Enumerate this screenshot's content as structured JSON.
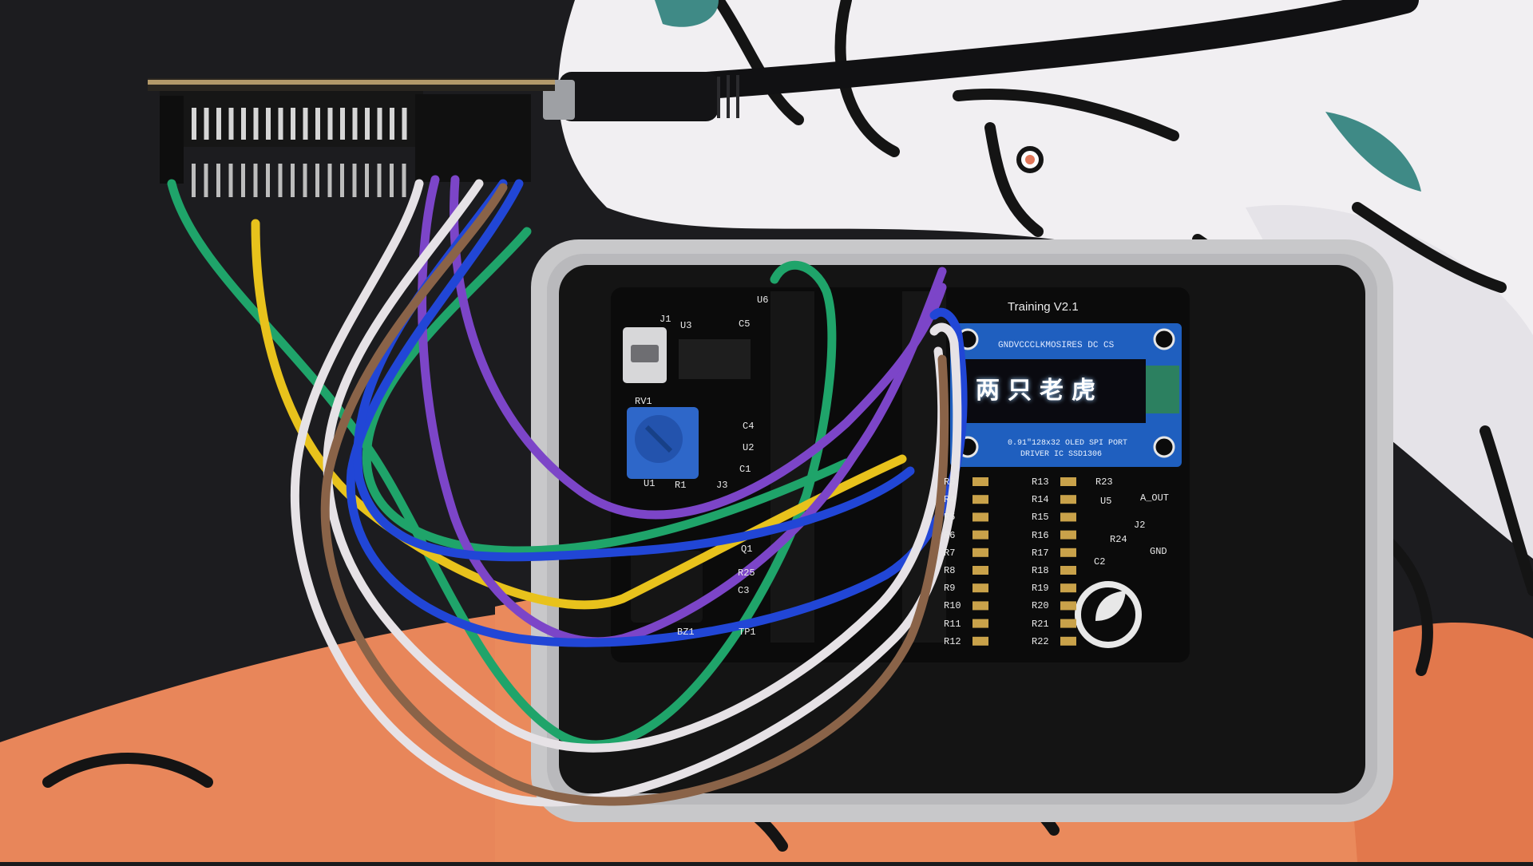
{
  "board": {
    "title": "Training   V2.1",
    "oled_header": "GNDVCCCLKMOSIRES DC CS",
    "oled_display_text": "两只老虎",
    "oled_line1": "0.91\"128x32 OLED SPI PORT",
    "oled_line2": "DRIVER IC SSD1306",
    "labels": {
      "u6": "U6",
      "j1": "J1",
      "u3": "U3",
      "c5": "C5",
      "rv1": "RV1",
      "c4": "C4",
      "u2": "U2",
      "c1": "C1",
      "u1": "U1",
      "r1": "R1",
      "j3": "J3",
      "q1": "Q1",
      "r25": "R25",
      "c3": "C3",
      "bz1": "BZ1",
      "tp1": "TP1",
      "u5": "U5",
      "a_out": "A_OUT",
      "j2": "J2",
      "gnd": "GND",
      "r24": "R24",
      "c2": "C2"
    },
    "resistors_left": [
      "R3",
      "R4",
      "R5",
      "R6",
      "R7",
      "R8",
      "R9",
      "R10",
      "R11",
      "R12"
    ],
    "resistors_mid": [
      "R13",
      "R14",
      "R15",
      "R16",
      "R17",
      "R18",
      "R19",
      "R20",
      "R21",
      "R22"
    ],
    "resistor_right": "R23"
  },
  "colors": {
    "mat_dark": "#1b1b1d",
    "mat_orange": "#e9875a",
    "mat_white": "#f2f0f3",
    "mat_teal": "#3f8a86",
    "tin": "#c9c9cb",
    "foam": "#151515",
    "pcb": "#0c0c0c",
    "oled_pcb": "#1f5fbf",
    "wire_green": "#1fa46a",
    "wire_yellow": "#e8c21c",
    "wire_purple": "#7c45c8",
    "wire_blue": "#2146d6",
    "wire_white": "#e6e2e6",
    "wire_brown": "#8a6348"
  }
}
